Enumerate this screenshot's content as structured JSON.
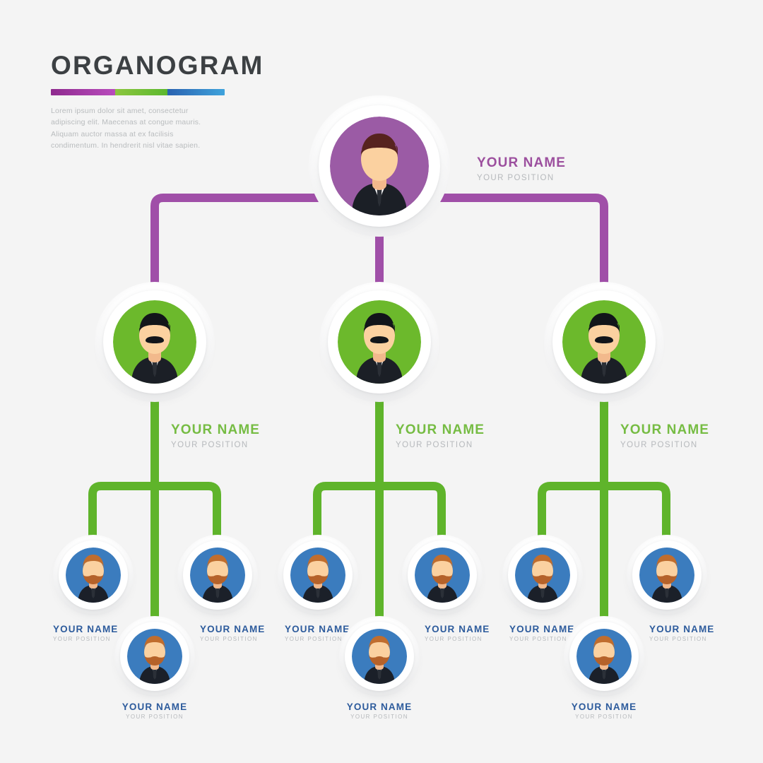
{
  "header": {
    "title": "ORGANOGRAM",
    "subtitle": "Lorem ipsum dolor sit amet, consectetur adipiscing elit. Maecenas at congue mauris. Aliquam auctor massa at ex facilisis condimentum. In hendrerit nisl vitae sapien.",
    "rule_segments": [
      {
        "name": "purple",
        "from": "#8e2a8e",
        "to": "#b94cbd"
      },
      {
        "name": "green",
        "from": "#8cc63f",
        "to": "#5cb82e"
      },
      {
        "name": "blue",
        "from": "#2a62b0",
        "to": "#3fa3dc"
      }
    ]
  },
  "palette": {
    "background": "#f4f4f4",
    "purple_node": "#9b5ba5",
    "green_node": "#6cb92c",
    "blue_node": "#3b7cbe",
    "purple_wire": "#a04fa8",
    "green_wire": "#5fb42b",
    "name_purple": "#9c4f9e",
    "name_green": "#76bc43",
    "name_blue": "#2d5b9c",
    "position_gray": "#b6b9bc",
    "title_gray": "#3c4043"
  },
  "nodes": {
    "level1": [
      {
        "id": "ceo",
        "name": "YOUR NAME",
        "position": "YOUR POSITION",
        "avatar": "executive-dark-hair",
        "accent": "#9b5ba5"
      }
    ],
    "level2": [
      {
        "id": "mgr-left",
        "name": "YOUR NAME",
        "position": "YOUR POSITION",
        "avatar": "manager-mustache",
        "accent": "#6cb92c"
      },
      {
        "id": "mgr-center",
        "name": "YOUR NAME",
        "position": "YOUR POSITION",
        "avatar": "manager-mustache",
        "accent": "#6cb92c"
      },
      {
        "id": "mgr-right",
        "name": "YOUR NAME",
        "position": "YOUR POSITION",
        "avatar": "manager-mustache",
        "accent": "#6cb92c"
      }
    ],
    "level3": [
      {
        "id": "staff-1",
        "name": "YOUR NAME",
        "position": "YOUR POSITION",
        "avatar": "staff-beard",
        "accent": "#3b7cbe"
      },
      {
        "id": "staff-2",
        "name": "YOUR NAME",
        "position": "YOUR POSITION",
        "avatar": "staff-beard",
        "accent": "#3b7cbe"
      },
      {
        "id": "staff-3",
        "name": "YOUR NAME",
        "position": "YOUR POSITION",
        "avatar": "staff-beard",
        "accent": "#3b7cbe"
      },
      {
        "id": "staff-4",
        "name": "YOUR NAME",
        "position": "YOUR POSITION",
        "avatar": "staff-beard",
        "accent": "#3b7cbe"
      },
      {
        "id": "staff-5",
        "name": "YOUR NAME",
        "position": "YOUR POSITION",
        "avatar": "staff-beard",
        "accent": "#3b7cbe"
      },
      {
        "id": "staff-6",
        "name": "YOUR NAME",
        "position": "YOUR POSITION",
        "avatar": "staff-beard",
        "accent": "#3b7cbe"
      },
      {
        "id": "staff-7",
        "name": "YOUR NAME",
        "position": "YOUR POSITION",
        "avatar": "staff-beard",
        "accent": "#3b7cbe"
      },
      {
        "id": "staff-8",
        "name": "YOUR NAME",
        "position": "YOUR POSITION",
        "avatar": "staff-beard",
        "accent": "#3b7cbe"
      },
      {
        "id": "staff-9",
        "name": "YOUR NAME",
        "position": "YOUR POSITION",
        "avatar": "staff-beard",
        "accent": "#3b7cbe"
      }
    ]
  }
}
